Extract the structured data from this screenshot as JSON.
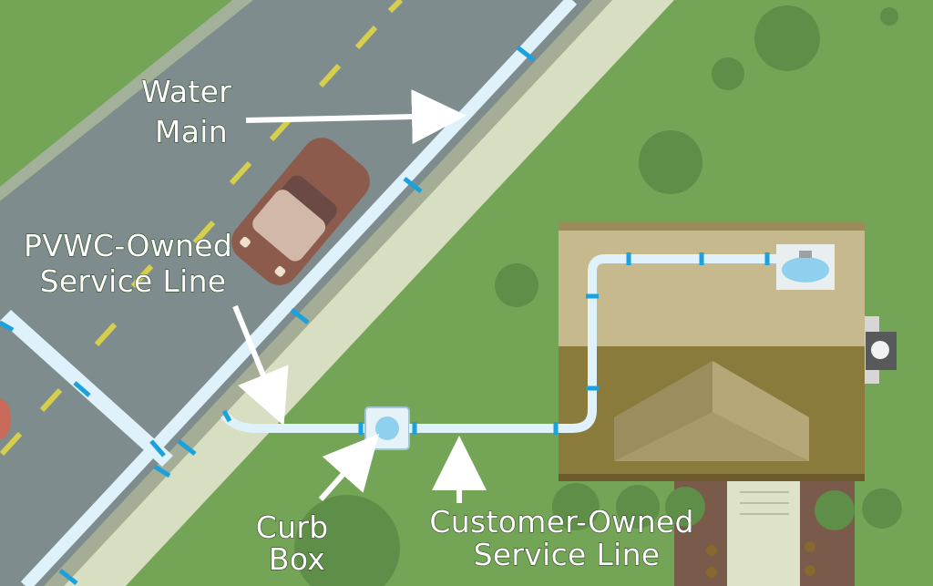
{
  "labels": {
    "water_main": [
      "Water",
      "Main"
    ],
    "pvwc_owned_service_line": [
      "PVWC-Owned",
      "Service Line"
    ],
    "curb_box": [
      "Curb",
      "Box"
    ],
    "customer_owned_service_line": [
      "Customer-Owned",
      "Service Line"
    ]
  },
  "colors": {
    "grass": "#74a557",
    "grass_dark_spots": "#5f8e49",
    "road": "#7f8c8d",
    "road_edge": "#8a8f87",
    "sidewalk": "#d7dec2",
    "pipe": "#dff1fb",
    "pipe_joint": "#1ba1dc",
    "center_line": "#d7cf4c",
    "house_roof_top": "#c6b98d",
    "house_roof_bottom": "#8a7a3c",
    "car_body": "#8c5b4c",
    "car_window": "#d2b8a8",
    "arrow": "#ffffff"
  },
  "icons": [
    "sink-icon",
    "meter-icon",
    "curb-box-icon"
  ]
}
